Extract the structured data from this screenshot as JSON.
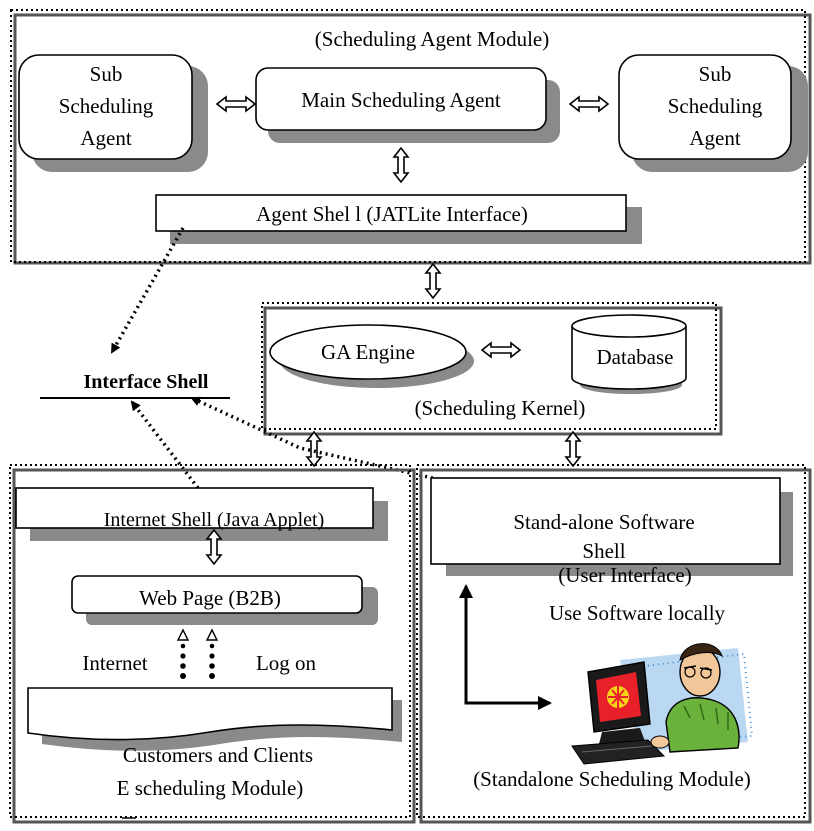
{
  "modules": {
    "agent_module": "(Scheduling Agent Module)",
    "kernel": "(Scheduling Kernel)",
    "standalone_module": "(Standalone Scheduling Module)",
    "e_module_line1": "Customers and Clients",
    "e_module_line2": "E scheduling Module)"
  },
  "agents": {
    "sub_left": [
      "Sub",
      "Scheduling",
      "Agent"
    ],
    "main": "Main Scheduling Agent",
    "sub_right": [
      "Sub",
      "Scheduling",
      "Agent"
    ],
    "shell": "Agent Shel l (JATLite Interface)"
  },
  "kernel": {
    "engine": "GA Engine",
    "database": "Database"
  },
  "interface_shell": "Interface Shell",
  "internet_side": {
    "applet": "Internet Shell (Java Applet)",
    "web_page": "Web Page (B2B)",
    "internet_label": "Internet",
    "logon_label": "Log on"
  },
  "standalone_side": {
    "shell_line1": "Stand-alone Software",
    "shell_line2": "Shell",
    "shell_line3": "(User Interface)",
    "use_locally": "Use Software locally"
  },
  "colors": {
    "shadow": "#8a8a8a",
    "monitor_body": "#1a1a1a",
    "screen_red": "#e8202a",
    "screen_yellow": "#f7d417",
    "shirt_green": "#6ab23c",
    "backdrop_blue": "#3a8fd6",
    "skin": "#f2c79a"
  },
  "icons": [
    "user-at-computer-icon"
  ]
}
